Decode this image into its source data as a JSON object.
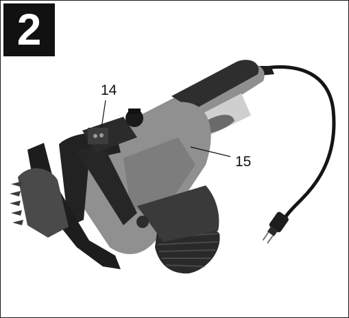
{
  "figure": {
    "number": "2",
    "callouts": [
      {
        "label": "14"
      },
      {
        "label": "15"
      }
    ]
  },
  "colors": {
    "body_gray": "#8c8c8c",
    "dark_gray": "#333333",
    "black": "#111111"
  }
}
